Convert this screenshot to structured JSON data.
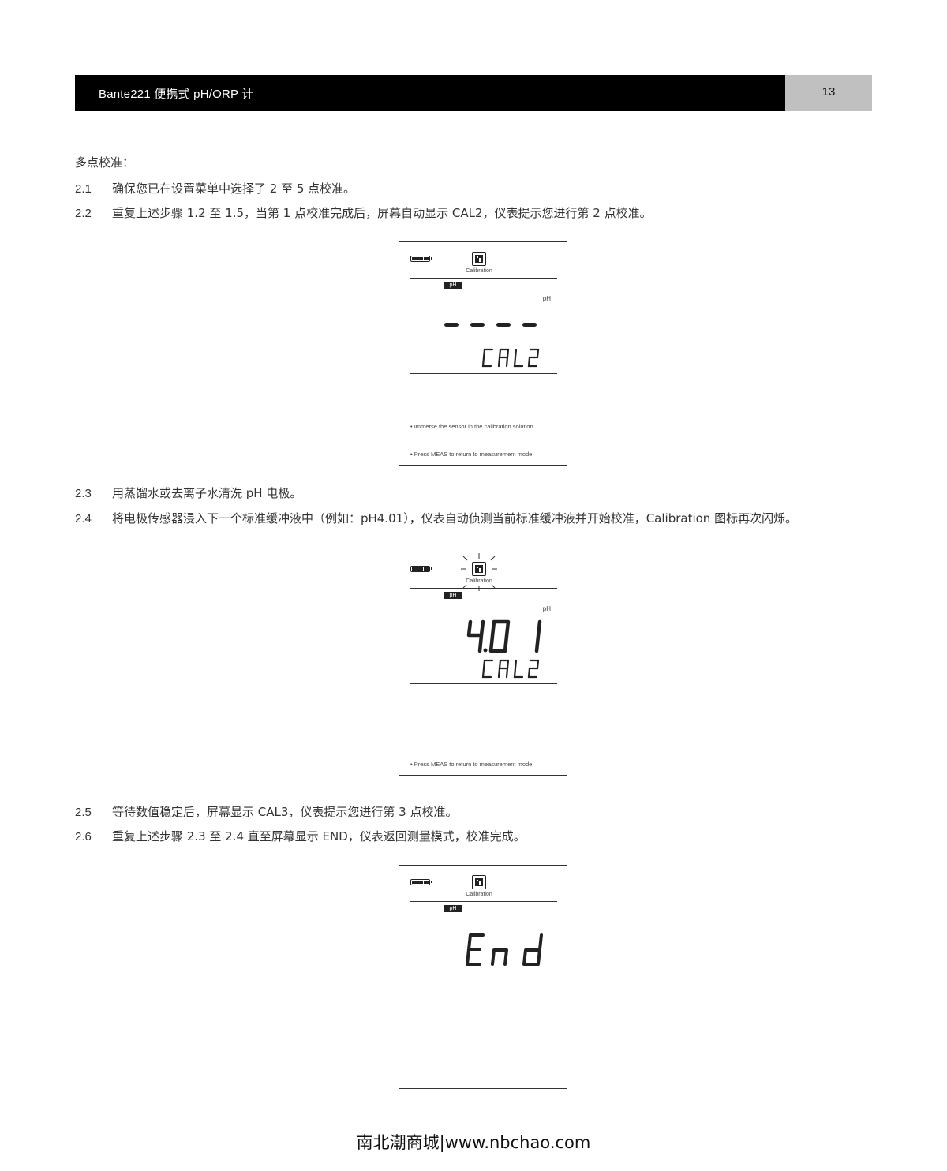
{
  "header": {
    "title": "Bante221 便携式 pH/ORP 计",
    "page_number": "13"
  },
  "section": {
    "heading": "多点校准："
  },
  "steps": [
    {
      "num": "2.1",
      "text": "确保您已在设置菜单中选择了 2 至 5 点校准。"
    },
    {
      "num": "2.2",
      "text": "重复上述步骤 1.2 至 1.5，当第 1 点校准完成后，屏幕自动显示 CAL2，仪表提示您进行第 2 点校准。"
    },
    {
      "num": "2.3",
      "text": "用蒸馏水或去离子水清洗 pH 电极。"
    },
    {
      "num": "2.4",
      "text": "将电极传感器浸入下一个标准缓冲液中（例如：pH4.01），仪表自动侦测当前标准缓冲液并开始校准，Calibration 图标再次闪烁。"
    },
    {
      "num": "2.5",
      "text": "等待数值稳定后，屏幕显示 CAL3，仪表提示您进行第 3 点校准。"
    },
    {
      "num": "2.6",
      "text": "重复上述步骤 2.3 至 2.4 直至屏幕显示 END，仪表返回测量模式，校准完成。"
    }
  ],
  "screens": [
    {
      "icon_label": "Calibration",
      "mode_badge": "pH",
      "unit": "pH",
      "main_reading": "----",
      "sub_reading": "CAL2",
      "hints": [
        "• Immerse the sensor in the calibration solution",
        "• Press MEAS to return to measurement mode"
      ]
    },
    {
      "icon_label": "Calibration",
      "icon_flashing": true,
      "mode_badge": "pH",
      "unit": "pH",
      "main_reading": "4.01",
      "sub_reading": "CAL2",
      "hints": [
        "• Press MEAS to return to measurement mode"
      ]
    },
    {
      "icon_label": "Calibration",
      "mode_badge": "pH",
      "main_reading": "End",
      "hints": []
    }
  ],
  "footer": {
    "watermark": "南北潮商城|www.nbchao.com"
  }
}
